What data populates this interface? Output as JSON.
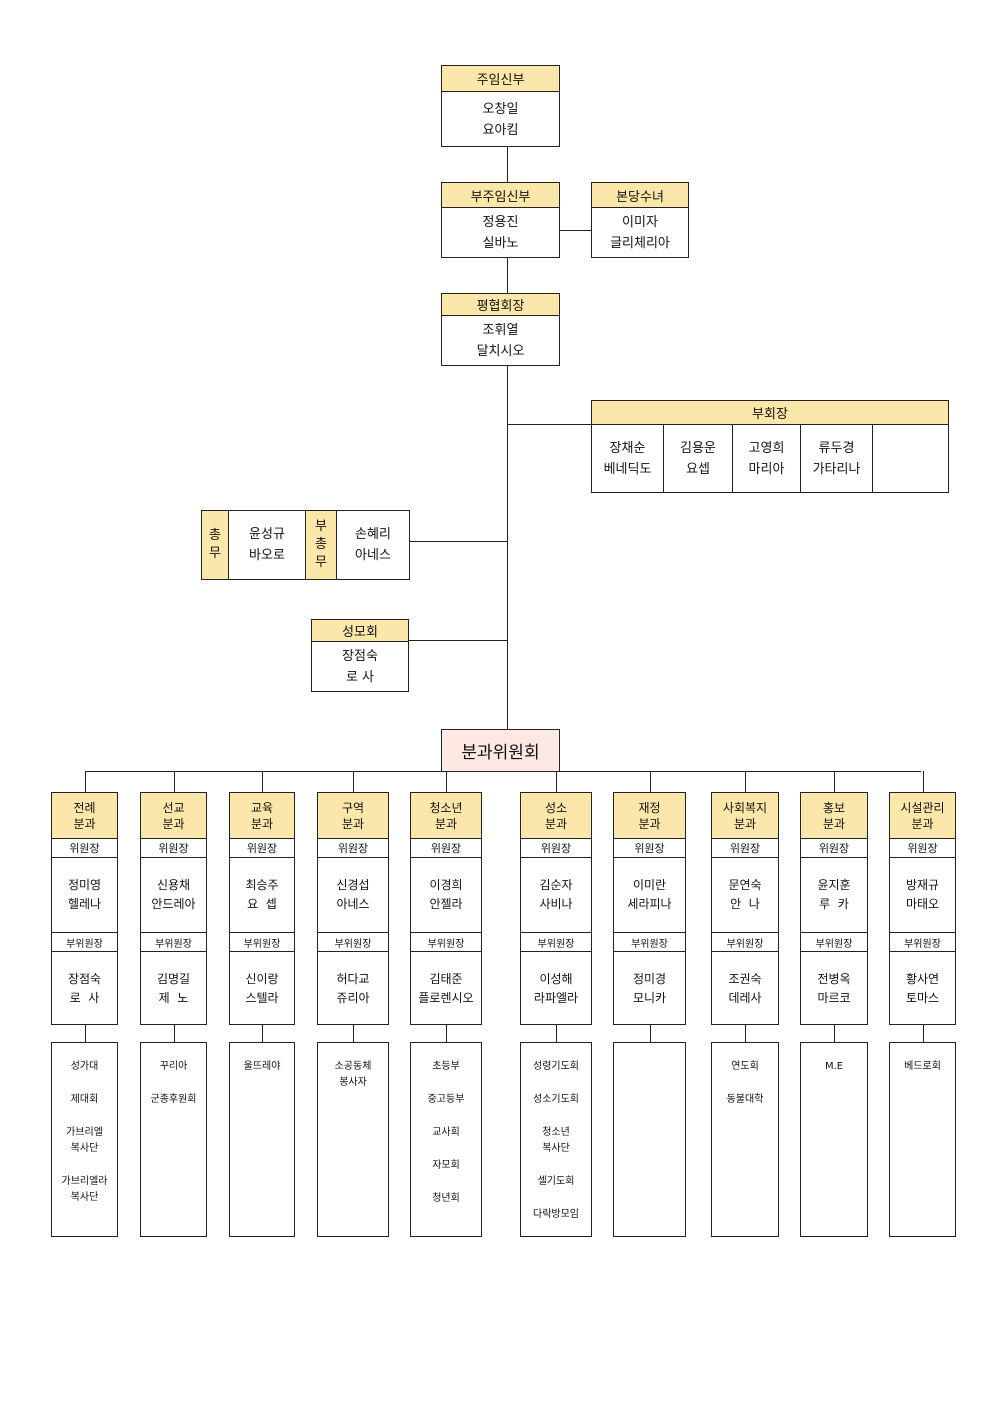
{
  "pastor": {
    "title": "주임신부",
    "name": "오창일",
    "saint": "요아킴"
  },
  "assistant_pastor": {
    "title": "부주임신부",
    "name": "정용진",
    "saint": "실바노"
  },
  "sister": {
    "title": "본당수녀",
    "name": "이미자",
    "saint": "글리체리아"
  },
  "council_president": {
    "title": "평협회장",
    "name": "조휘열",
    "saint": "달치시오"
  },
  "vice_presidents": {
    "title": "부회장",
    "members": [
      {
        "name": "장채순",
        "saint": "베네딕도"
      },
      {
        "name": "김용운",
        "saint": "요셉"
      },
      {
        "name": "고영희",
        "saint": "마리아"
      },
      {
        "name": "류두경",
        "saint": "가타리나"
      }
    ]
  },
  "general_affairs": {
    "label_chars": [
      "총",
      "무"
    ],
    "name": "윤성규",
    "saint": "바오로",
    "vice_label_chars": [
      "부",
      "총",
      "무"
    ],
    "vice_name": "손혜리",
    "vice_saint": "아네스"
  },
  "mothers_assoc": {
    "title": "성모회",
    "name": "장점숙",
    "saint": "로 사"
  },
  "committee": {
    "title": "분과위원회"
  },
  "labels": {
    "chair": "위원장",
    "vice_chair": "부위원장"
  },
  "divisions": [
    {
      "title1": "전례",
      "title2": "분과",
      "chair": "정미영",
      "chair_saint": "헬레나",
      "vice": "장점숙",
      "vice_saint": "로  사",
      "groups": [
        "성가대",
        "제대회",
        "가브리엘\n복사단",
        "가브리엘라\n복사단"
      ]
    },
    {
      "title1": "선교",
      "title2": "분과",
      "chair": "신용채",
      "chair_saint": "안드레아",
      "vice": "김명길",
      "vice_saint": "제  노",
      "groups": [
        "꾸리아",
        "군종후원회"
      ]
    },
    {
      "title1": "교육",
      "title2": "분과",
      "chair": "최승주",
      "chair_saint": "요  셉",
      "vice": "신이랑",
      "vice_saint": "스텔라",
      "groups": [
        "울뜨레야"
      ]
    },
    {
      "title1": "구역",
      "title2": "분과",
      "chair": "신경섭",
      "chair_saint": "아네스",
      "vice": "허다교",
      "vice_saint": "쥬리아",
      "groups": [
        "소공동체\n봉사자"
      ]
    },
    {
      "title1": "청소년",
      "title2": "분과",
      "chair": "이경희",
      "chair_saint": "안젤라",
      "vice": "김태준",
      "vice_saint": "플로렌시오",
      "groups": [
        "초등부",
        "중고등부",
        "교사회",
        "자모회",
        "청년회"
      ]
    },
    {
      "title1": "성소",
      "title2": "분과",
      "chair": "김순자",
      "chair_saint": "사비나",
      "vice": "이성해",
      "vice_saint": "라파엘라",
      "groups": [
        "성령기도회",
        "성소기도회",
        "청소년\n복사단",
        "셀기도회",
        "다락방모임"
      ]
    },
    {
      "title1": "재정",
      "title2": "분과",
      "chair": "이미란",
      "chair_saint": "세라피나",
      "vice": "정미경",
      "vice_saint": "모니카",
      "groups": []
    },
    {
      "title1": "사회복지",
      "title2": "분과",
      "chair": "문연숙",
      "chair_saint": "안  나",
      "vice": "조권숙",
      "vice_saint": "데레사",
      "groups": [
        "연도회",
        "동불대학"
      ]
    },
    {
      "title1": "홍보",
      "title2": "분과",
      "chair": "윤지훈",
      "chair_saint": "루  카",
      "vice": "전병옥",
      "vice_saint": "마르코",
      "groups": [
        "M.E"
      ]
    },
    {
      "title1": "시설관리",
      "title2": "분과",
      "chair": "방재규",
      "chair_saint": "마태오",
      "vice": "황사연",
      "vice_saint": "토마스",
      "groups": [
        "베드로회"
      ]
    }
  ]
}
